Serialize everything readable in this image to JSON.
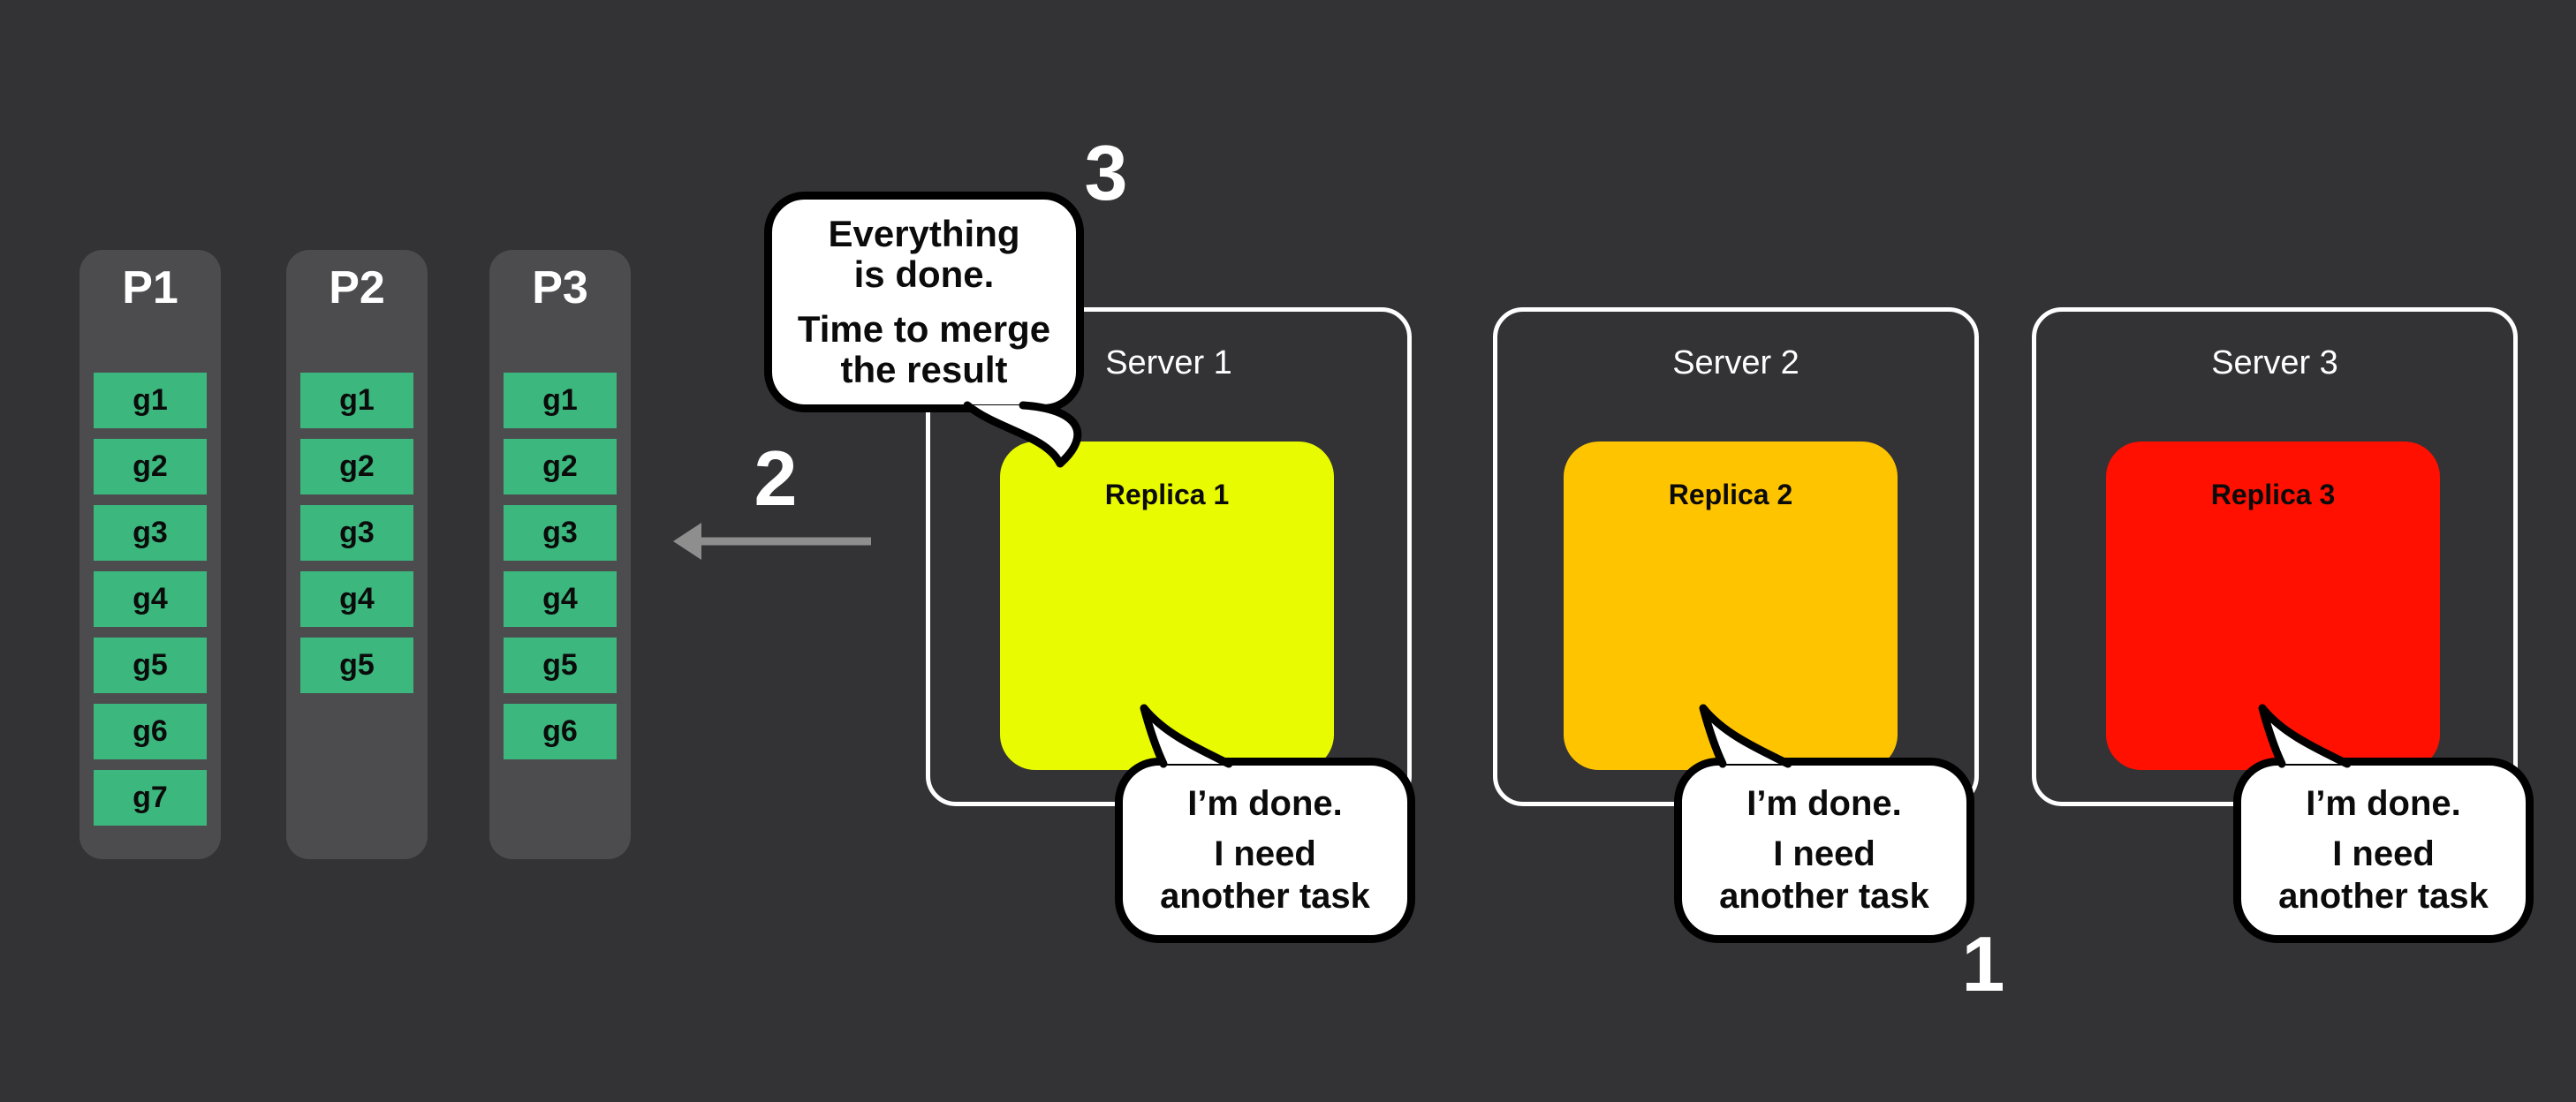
{
  "diagram": {
    "title_hint": "work-stealing / task scheduling diagram",
    "colors": {
      "background": "#333235",
      "partition_panel": "#4C4C4E",
      "task_chip": "#3CB77E",
      "arrow": "#8E8E8E",
      "bubble_fill": "#FFFFFF",
      "bubble_border": "#000000",
      "server_border": "#FFFFFF"
    },
    "partitions": [
      {
        "name": "P1",
        "tasks": [
          "g1",
          "g2",
          "g3",
          "g4",
          "g5",
          "g6",
          "g7"
        ]
      },
      {
        "name": "P2",
        "tasks": [
          "g1",
          "g2",
          "g3",
          "g4",
          "g5"
        ]
      },
      {
        "name": "P3",
        "tasks": [
          "g1",
          "g2",
          "g3",
          "g4",
          "g5",
          "g6"
        ]
      }
    ],
    "servers": [
      {
        "name": "Server 1",
        "replica": {
          "label": "Replica 1",
          "color": "#E9FB00"
        },
        "bubble": {
          "line1": "I’m done.",
          "line2": "I need",
          "line3": "another task"
        }
      },
      {
        "name": "Server 2",
        "replica": {
          "label": "Replica 2",
          "color": "#FFC400"
        },
        "bubble": {
          "line1": "I’m done.",
          "line2": "I need",
          "line3": "another task"
        }
      },
      {
        "name": "Server 3",
        "replica": {
          "label": "Replica 3",
          "color": "#FF1000"
        },
        "bubble": {
          "line1": "I’m done.",
          "line2": "I need",
          "line3": "another task"
        }
      }
    ],
    "merge_bubble": {
      "line1": "Everything",
      "line2": "is done.",
      "line3": "Time to merge",
      "line4": "the result"
    },
    "steps": {
      "one": "1",
      "two": "2",
      "three": "3"
    }
  }
}
